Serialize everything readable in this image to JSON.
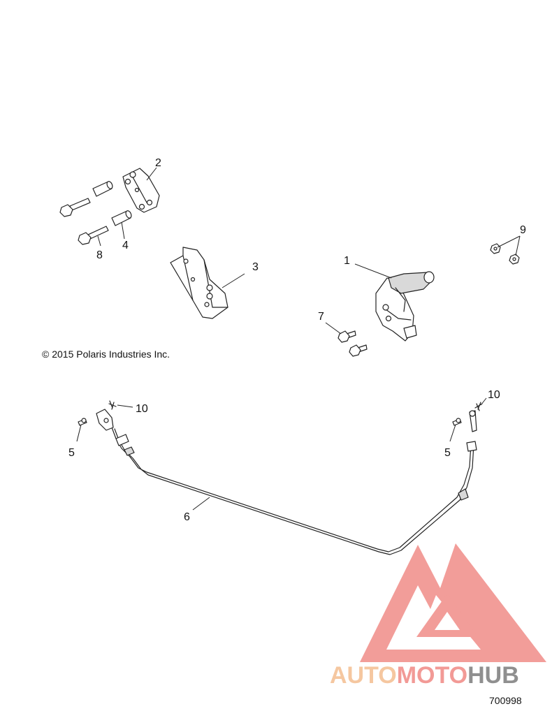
{
  "copyright": "© 2015 Polaris Industries Inc.",
  "drawing_number": "700998",
  "callouts": [
    "1",
    "2",
    "3",
    "4",
    "5",
    "5",
    "6",
    "7",
    "8",
    "9",
    "10",
    "10"
  ],
  "watermark": {
    "part1": "AUTO",
    "part2": "MOTO",
    "part3": "HUB",
    "colors": {
      "auto": "#f5c7a0",
      "moto": "#f29a96",
      "hub": "#8f8f8f",
      "triangle": "#f08c88"
    }
  }
}
